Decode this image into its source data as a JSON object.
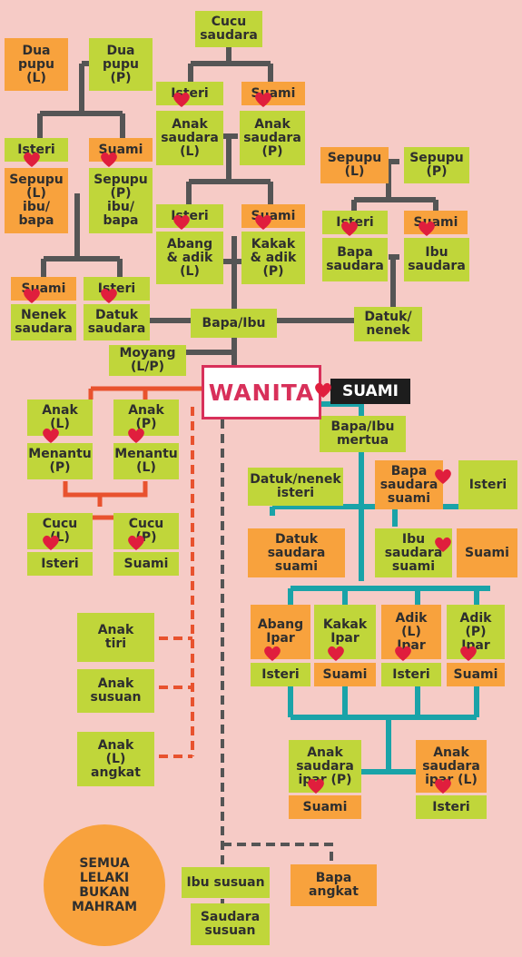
{
  "colors": {
    "background": "#f6cbc6",
    "green": "#c0d63a",
    "orange": "#f8a23d",
    "heart": "#e01e3d",
    "grey_line": "#555555",
    "teal_line": "#1aa3a8",
    "red_line": "#e8522e",
    "wanita": "#d8305a",
    "suami_tag": "#1d1d1d"
  },
  "center": {
    "wanita": "WANITA",
    "suami": "SUAMI"
  },
  "footer": {
    "bukan_mahram": "SEMUA\nLELAKI\nBUKAN\nMAHRAM"
  },
  "nodes": [
    {
      "id": "cucu-saudara",
      "text": "Cucu\nsaudara",
      "c": "g"
    },
    {
      "id": "dua-pupu-l",
      "text": "Dua\npupu\n(L)",
      "c": "o"
    },
    {
      "id": "dua-pupu-p",
      "text": "Dua\npupu\n(P)",
      "c": "g"
    },
    {
      "id": "isteri-anak-saudara",
      "text": "Isteri",
      "c": "g"
    },
    {
      "id": "suami-anak-saudara",
      "text": "Suami",
      "c": "o"
    },
    {
      "id": "anak-saudara-l",
      "text": "Anak\nsaudara\n(L)",
      "c": "g"
    },
    {
      "id": "anak-saudara-p",
      "text": "Anak\nsaudara\n(P)",
      "c": "g"
    },
    {
      "id": "isteri-sepupu",
      "text": "Isteri",
      "c": "g"
    },
    {
      "id": "suami-sepupu",
      "text": "Suami",
      "c": "o"
    },
    {
      "id": "sepupu-l-ibu-bapa",
      "text": "Sepupu\n(L)\nibu/\nbapa",
      "c": "o"
    },
    {
      "id": "sepupu-p-ibu-bapa",
      "text": "Sepupu\n(P)\nibu/\nbapa",
      "c": "g"
    },
    {
      "id": "sepupu-l",
      "text": "Sepupu\n(L)",
      "c": "o"
    },
    {
      "id": "sepupu-p",
      "text": "Sepupu\n(P)",
      "c": "g"
    },
    {
      "id": "isteri-abang",
      "text": "Isteri",
      "c": "g"
    },
    {
      "id": "suami-kakak",
      "text": "Suami",
      "c": "o"
    },
    {
      "id": "abang-adik-l",
      "text": "Abang\n& adik\n(L)",
      "c": "g"
    },
    {
      "id": "kakak-adik-p",
      "text": "Kakak\n& adik\n(P)",
      "c": "g"
    },
    {
      "id": "isteri-bapa-saudara",
      "text": "Isteri",
      "c": "g"
    },
    {
      "id": "suami-ibu-saudara",
      "text": "Suami",
      "c": "o"
    },
    {
      "id": "bapa-saudara",
      "text": "Bapa\nsaudara",
      "c": "g"
    },
    {
      "id": "ibu-saudara",
      "text": "Ibu\nsaudara",
      "c": "g"
    },
    {
      "id": "suami-nenek-saudara",
      "text": "Suami",
      "c": "o"
    },
    {
      "id": "isteri-datuk-saudara",
      "text": "Isteri",
      "c": "g"
    },
    {
      "id": "nenek-saudara",
      "text": "Nenek\nsaudara",
      "c": "g"
    },
    {
      "id": "datuk-saudara",
      "text": "Datuk\nsaudara",
      "c": "g"
    },
    {
      "id": "bapa-ibu",
      "text": "Bapa/Ibu",
      "c": "g"
    },
    {
      "id": "datuk-nenek",
      "text": "Datuk/\nnenek",
      "c": "g"
    },
    {
      "id": "moyang",
      "text": "Moyang\n(L/P)",
      "c": "g"
    },
    {
      "id": "anak-l",
      "text": "Anak\n(L)",
      "c": "g"
    },
    {
      "id": "anak-p",
      "text": "Anak\n(P)",
      "c": "g"
    },
    {
      "id": "menantu-p",
      "text": "Menantu\n(P)",
      "c": "g"
    },
    {
      "id": "menantu-l",
      "text": "Menantu\n(L)",
      "c": "g"
    },
    {
      "id": "cucu-l",
      "text": "Cucu\n(L)",
      "c": "g"
    },
    {
      "id": "cucu-p",
      "text": "Cucu\n(P)",
      "c": "g"
    },
    {
      "id": "isteri-cucu",
      "text": "Isteri",
      "c": "g"
    },
    {
      "id": "suami-cucu",
      "text": "Suami",
      "c": "g"
    },
    {
      "id": "bapa-ibu-mertua",
      "text": "Bapa/Ibu\nmertua",
      "c": "g"
    },
    {
      "id": "datuk-nenek-isteri",
      "text": "Datuk/nenek\nisteri",
      "c": "g"
    },
    {
      "id": "bapa-saudara-suami",
      "text": "Bapa\nsaudara\nsuami",
      "c": "o"
    },
    {
      "id": "isteri-bapa-saudara-suami",
      "text": "Isteri",
      "c": "g"
    },
    {
      "id": "datuk-saudara-suami",
      "text": "Datuk\nsaudara\nsuami",
      "c": "o"
    },
    {
      "id": "ibu-saudara-suami",
      "text": "Ibu\nsaudara\nsuami",
      "c": "g"
    },
    {
      "id": "suami-ibu-saudara-suami",
      "text": "Suami",
      "c": "o"
    },
    {
      "id": "abang-ipar",
      "text": "Abang\nIpar",
      "c": "o"
    },
    {
      "id": "kakak-ipar",
      "text": "Kakak\nIpar",
      "c": "g"
    },
    {
      "id": "adik-l-ipar",
      "text": "Adik\n(L)\nIpar",
      "c": "o"
    },
    {
      "id": "adik-p-ipar",
      "text": "Adik\n(P)\nIpar",
      "c": "g"
    },
    {
      "id": "isteri-abang-ipar",
      "text": "Isteri",
      "c": "g"
    },
    {
      "id": "suami-kakak-ipar",
      "text": "Suami",
      "c": "o"
    },
    {
      "id": "isteri-adik-l-ipar",
      "text": "Isteri",
      "c": "g"
    },
    {
      "id": "suami-adik-p-ipar",
      "text": "Suami",
      "c": "o"
    },
    {
      "id": "anak-tiri",
      "text": "Anak\ntiri",
      "c": "g"
    },
    {
      "id": "anak-susuan",
      "text": "Anak\nsusuan",
      "c": "g"
    },
    {
      "id": "anak-l-angkat",
      "text": "Anak\n(L)\nangkat",
      "c": "g"
    },
    {
      "id": "anak-saudara-ipar-p",
      "text": "Anak\nsaudara\nipar (P)",
      "c": "g"
    },
    {
      "id": "anak-saudara-ipar-l",
      "text": "Anak\nsaudara\nipar (L)",
      "c": "o"
    },
    {
      "id": "suami-anak-saudara-ipar",
      "text": "Suami",
      "c": "o"
    },
    {
      "id": "isteri-anak-saudara-ipar",
      "text": "Isteri",
      "c": "g"
    },
    {
      "id": "ibu-susuan",
      "text": "Ibu susuan",
      "c": "g"
    },
    {
      "id": "bapa-angkat",
      "text": "Bapa\nangkat",
      "c": "o"
    },
    {
      "id": "saudara-susuan",
      "text": "Saudara\nsusuan",
      "c": "g"
    }
  ]
}
